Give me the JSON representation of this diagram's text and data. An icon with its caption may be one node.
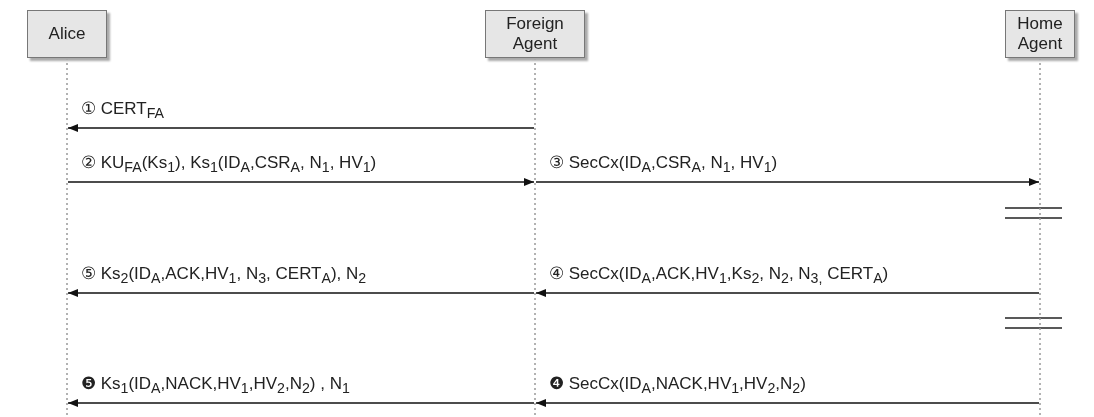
{
  "diagram": {
    "nodes": [
      {
        "text": [
          "Alice"
        ]
      },
      {
        "text": [
          "Foreign Agent"
        ]
      },
      {
        "text": [
          "Home Agent"
        ]
      }
    ],
    "edges": [
      {
        "from": 1,
        "to": 0,
        "arrow": "to",
        "label": "① CERT$_{FA}$"
      },
      {
        "from": 0,
        "to": 1,
        "arrow": "to",
        "label": "② KU$_{FA}$(Ks$_{1}$), Ks$_{1}$(ID$_{A}$,CSR$_{A}$, N$_{1}$, HV$_{1}$)"
      },
      {
        "from": 1,
        "to": 2,
        "arrow": "to",
        "label": "③ SecCx(ID$_{A}$,CSR$_{A}$, N$_{1}$, HV$_{1}$)"
      },
      {
        "from": 1,
        "to": 0,
        "arrow": "to",
        "label": "⑤ Ks$_{2}$(ID$_{A}$,ACK,HV$_{1}$, N$_{3}$, CERT$_{A}$), N$_{2}$"
      },
      {
        "from": 2,
        "to": 1,
        "arrow": "to",
        "label": "④ SecCx(ID$_{A}$,ACK,HV$_{1}$,Ks$_{2}$, N$_{2}$, N$_{3,}$ CERT$_{A}$)"
      },
      {
        "from": 1,
        "to": 0,
        "arrow": "to",
        "label": "❺ Ks$_{1}$(ID$_{A}$,NACK,HV$_{1}$,HV$_{2}$,N$_{2}$) , N$_{1}$"
      },
      {
        "from": 2,
        "to": 1,
        "arrow": "to",
        "label": "❹ SecCx(ID$_{A}$,NACK,HV$_{1}$,HV$_{2}$,N$_{2}$)"
      }
    ]
  }
}
